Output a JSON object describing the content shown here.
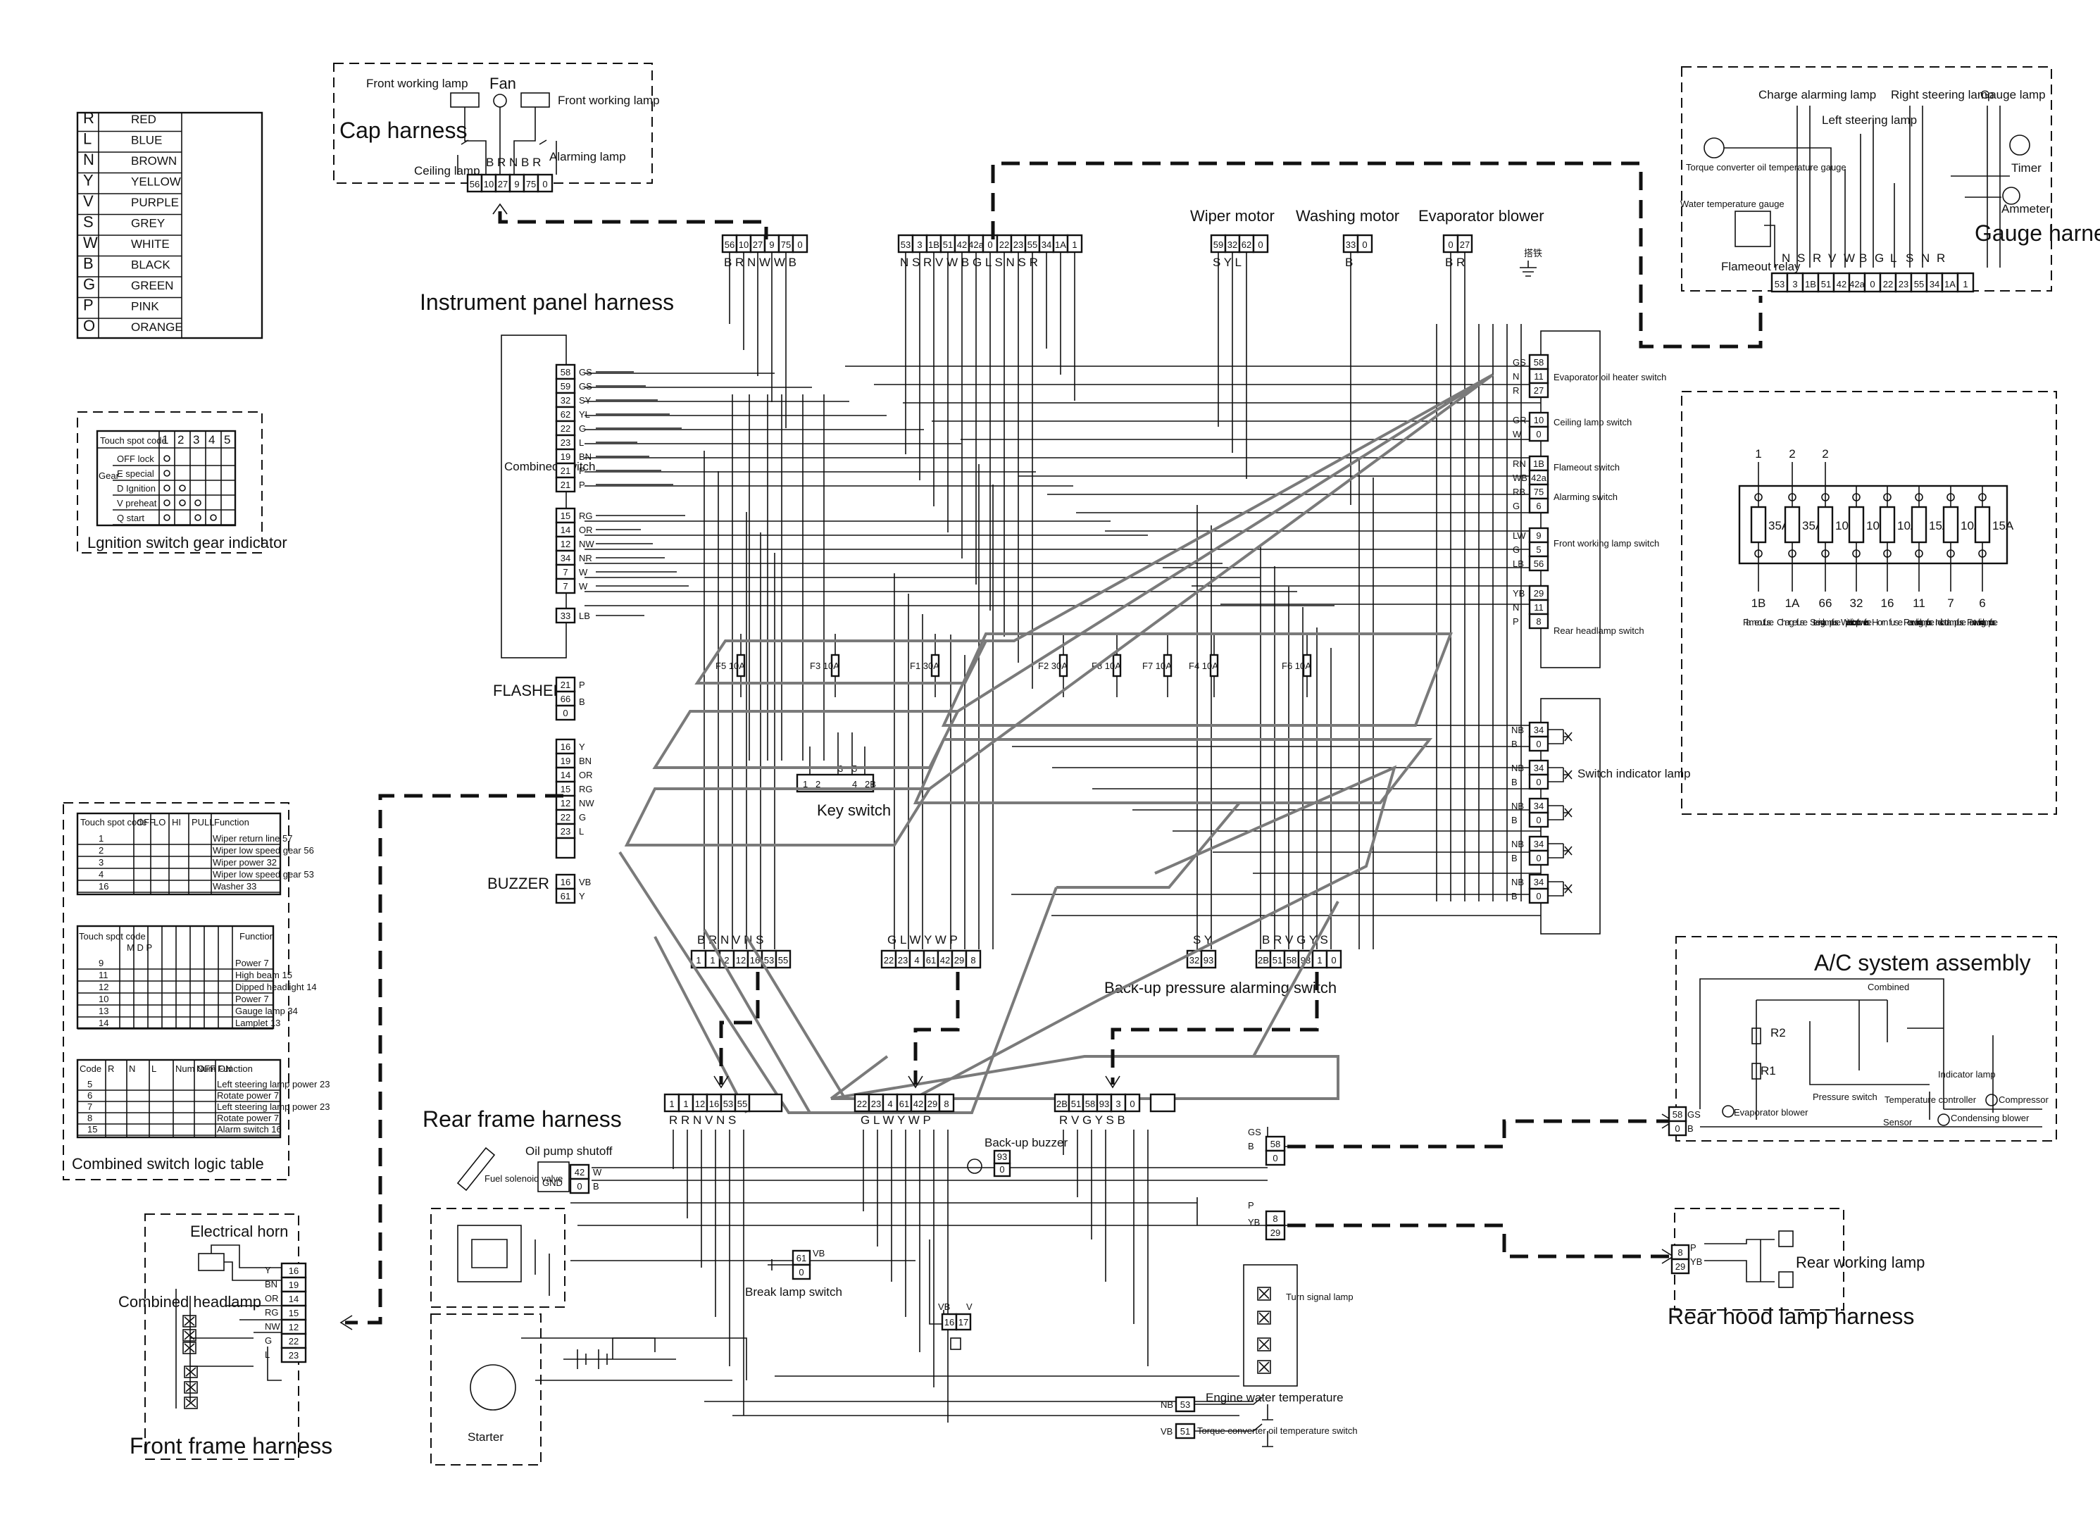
{
  "colors": {
    "wire": "#111111",
    "overlay": "#7a7a7a",
    "background": "#ffffff"
  },
  "color_legend": [
    {
      "code": "R",
      "name": "RED"
    },
    {
      "code": "L",
      "name": "BLUE"
    },
    {
      "code": "N",
      "name": "BROWN"
    },
    {
      "code": "Y",
      "name": "YELLOW"
    },
    {
      "code": "V",
      "name": "PURPLE"
    },
    {
      "code": "S",
      "name": "GREY"
    },
    {
      "code": "W",
      "name": "WHITE"
    },
    {
      "code": "B",
      "name": "BLACK"
    },
    {
      "code": "G",
      "name": "GREEN"
    },
    {
      "code": "P",
      "name": "PINK"
    },
    {
      "code": "O",
      "name": "ORANGE"
    }
  ],
  "ignition": {
    "title": "Lgnition switch gear indicator",
    "header": [
      "Touch spot code",
      "1",
      "2",
      "3",
      "4",
      "5"
    ],
    "gear_label": "Gear",
    "rows": [
      "OFF lock",
      "E  special",
      "D  Ignition",
      "V  preheat",
      "Q  start"
    ]
  },
  "logic": {
    "title": "Combined switch logic table",
    "t1_header": [
      "Touch spot code",
      "OFF",
      "LO",
      "HI",
      "PULL",
      "Function"
    ],
    "t1_rows": [
      [
        "1",
        "Wiper return line 57"
      ],
      [
        "2",
        "Wiper low speed gear 56"
      ],
      [
        "3",
        "Wiper power 32"
      ],
      [
        "4",
        "Wiper low speed gear 53"
      ],
      [
        "16",
        "Washer 33"
      ]
    ],
    "t2_header": [
      "Touch spot code",
      "Function"
    ],
    "t2_sub": "M D P",
    "t2_rows": [
      [
        "9",
        "Power 7"
      ],
      [
        "11",
        "High beam 15"
      ],
      [
        "12",
        "Dipped headlight 14"
      ],
      [
        "10",
        "Power 7"
      ],
      [
        "13",
        "Gauge lamp 34"
      ],
      [
        "14",
        "Lamplet 13"
      ]
    ],
    "t3_header": [
      "Code",
      "R",
      "N",
      "L",
      "Num OFF",
      "Num ON",
      "Function"
    ],
    "t3_rows": [
      [
        "5",
        "Left steering lamp power 23"
      ],
      [
        "6",
        "Rotate power 7"
      ],
      [
        "7",
        "Left steering lamp power 23"
      ],
      [
        "8",
        "Rotate power 7"
      ],
      [
        "15",
        "Alarm switch 16"
      ]
    ]
  },
  "cap": {
    "title": "Cap harness",
    "front_lamp_left": "Front working lamp",
    "front_lamp_right": "Front working lamp",
    "fan": "Fan",
    "ceiling": "Ceiling lamp",
    "alarming": "Alarming lamp",
    "wire_letters": "B R  N  B R",
    "pins": [
      "56",
      "10",
      "27",
      "9",
      "75",
      "0"
    ]
  },
  "gauge": {
    "title": "Gauge harness",
    "charge": "Charge alarming lamp",
    "right_steer": "Right steering lamp",
    "gauge_lamp": "Gauge lamp",
    "left_steer": "Left steering lamp",
    "torque": "Torque converter oil temperature gauge",
    "water": "Water temperature gauge",
    "timer": "Timer",
    "ammeter": "Ammeter",
    "flameout": "Flameout relay",
    "wire_letters": [
      "N",
      "S",
      "R",
      "V",
      "W",
      "B",
      "G",
      "L",
      "S",
      "N",
      "R"
    ],
    "pins": [
      "53",
      "3",
      "1B",
      "51",
      "42",
      "42a",
      "0",
      "22",
      "23",
      "55",
      "34",
      "1A",
      "1"
    ]
  },
  "fuse": {
    "top_numbers": [
      "1",
      "2",
      "2"
    ],
    "ratings": [
      "35A",
      "35A",
      "10A",
      "10A",
      "10A",
      "15A",
      "10A",
      "15A"
    ],
    "wire_numbers": [
      "1B",
      "1A",
      "66",
      "32",
      "16",
      "11",
      "7",
      "6"
    ],
    "names": [
      "Flameout fuse",
      "Charge fuse",
      "Steering lamp fuse",
      "Wiper electric control power fuse",
      "Horn fuse",
      "Rear working lamp fuse",
      "Indicator lamp fuse",
      "Front working lamp fuse"
    ]
  },
  "instrument": {
    "title": "Instrument panel harness",
    "wiper": "Wiper motor",
    "washing": "Washing motor",
    "evap": "Evaporator blower",
    "ground": "搭铁",
    "conn_a": [
      "56",
      "10",
      "27",
      "9",
      "75",
      "0"
    ],
    "conn_b": [
      "53",
      "3",
      "1B",
      "51",
      "42",
      "42a",
      "0",
      "22",
      "23",
      "55",
      "34",
      "1A",
      "1"
    ],
    "conn_c": [
      "59",
      "32",
      "62",
      "0"
    ],
    "conn_d": [
      "33",
      "0"
    ],
    "conn_e": [
      "0",
      "27"
    ],
    "letters_a": "B R  N  W W B",
    "letters_b": "N  S  R  V W  B  G L  S  N  S  R",
    "letters_c": "S Y  L",
    "letters_d": "B",
    "letters_e": "B R"
  },
  "combined": {
    "label": "Combined switch",
    "wires": [
      "GS",
      "GS",
      "SY",
      "YL",
      "G",
      "L",
      "BN",
      "P",
      "P",
      "RG",
      "OR",
      "NW",
      "NR",
      "W",
      "W",
      "LB"
    ],
    "pins": [
      "58",
      "59",
      "32",
      "62",
      "22",
      "23",
      "19",
      "21",
      "21",
      "15",
      "14",
      "12",
      "34",
      "7",
      "7",
      "33"
    ]
  },
  "flasher": {
    "label": "FLASHER",
    "wires": [
      "P",
      "B"
    ],
    "pins": [
      "21",
      "66",
      "0"
    ]
  },
  "front_conn": {
    "wires": [
      "Y",
      "BN",
      "OR",
      "RG",
      "NW",
      "G",
      "L"
    ],
    "pins": [
      "16",
      "19",
      "14",
      "15",
      "12",
      "22",
      "23"
    ]
  },
  "buzzer": {
    "label": "BUZZER",
    "wires": [
      "VB",
      "Y"
    ],
    "pins": [
      "16",
      "61"
    ]
  },
  "right_switches": {
    "wires": [
      "GS",
      "N",
      "R",
      "GR",
      "W",
      "RN",
      "WB",
      "RB",
      "G",
      "LW",
      "G",
      "LB",
      "YB",
      "N",
      "P"
    ],
    "pins": [
      "58",
      "11",
      "27",
      "10",
      "0",
      "1B",
      "42a",
      "75",
      "6",
      "9",
      "5",
      "56",
      "29",
      "11",
      "8"
    ],
    "labels": [
      "Evaporator oil heater switch",
      "Ceiling lamp switch",
      "Flameout switch",
      "Alarming switch",
      "Front working lamp switch",
      "Rear headlamp switch"
    ]
  },
  "indicator": {
    "label": "Switch indicator lamp",
    "wires": [
      "NB",
      "B"
    ],
    "pins": [
      "34",
      "0"
    ]
  },
  "fuses_mid": [
    "F5 10A",
    "F3 10A",
    "F1 30A",
    "F2 30A",
    "F8 10A",
    "F7 10A",
    "F4 10A",
    "F6 10A"
  ],
  "key": {
    "label": "Key switch",
    "pins": [
      "1",
      "2",
      "3",
      "4",
      "5",
      "2B"
    ]
  },
  "bp": {
    "label": "Back-up pressure alarming switch"
  },
  "mid_conns": [
    {
      "letters": "B R N  V N S",
      "pins": [
        "1",
        "1",
        "2",
        "12",
        "16",
        "53",
        "55"
      ]
    },
    {
      "letters": "G L W  Y W P",
      "pins": [
        "22",
        "23",
        "4",
        "61",
        "42",
        "29",
        "8"
      ]
    },
    {
      "letters": "S Y",
      "pins": [
        "32",
        "93"
      ]
    },
    {
      "letters": "B R V G Y S",
      "pins": [
        "2B",
        "51",
        "58",
        "93",
        "1",
        "0"
      ]
    }
  ],
  "rear": {
    "title": "Rear frame harness",
    "letters_1": "R R N  V N S",
    "pins_1": [
      "1",
      "1",
      "12",
      "16",
      "53",
      "55"
    ],
    "letters_2": "G L W  Y W P",
    "pins_2": [
      "22",
      "23",
      "4",
      "61",
      "42",
      "29",
      "8"
    ],
    "letters_3": "R V G Y S B",
    "pins_3": [
      "2B",
      "51",
      "58",
      "93",
      "3",
      "0"
    ],
    "oil": "Oil pump shutoff",
    "fuel": "Fuel solenoid valve",
    "gnd": "GND",
    "oil_wires": [
      "W",
      "B"
    ],
    "oil_pins": [
      "42",
      "0"
    ],
    "buzzer": "Back-up buzzer",
    "buzzer_pins": [
      "93",
      "0"
    ],
    "brake": "Break lamp switch",
    "brake_pins": [
      "61",
      "0"
    ],
    "brake_wire": "VB",
    "pins_side": [
      "58",
      "0",
      "8",
      "29"
    ],
    "side_wires": [
      "GS",
      "B",
      "P",
      "YB"
    ],
    "turn": "Turn signal lamp",
    "horn_pins": [
      "16",
      "17"
    ],
    "horn_wires": [
      "VB",
      "V"
    ],
    "engine": "Engine water temperature",
    "torque": "Torque converter oil temperature switch",
    "sensor_pins": [
      "53",
      "51"
    ],
    "sensor_wires": [
      "NB",
      "VB"
    ],
    "starter": "Starter"
  },
  "ac": {
    "title": "A/C system assembly",
    "combined": "Combined",
    "r1": "R1",
    "r2": "R2",
    "evap": "Evaporator blower",
    "pressure": "Pressure switch",
    "temp": "Temperature controller",
    "sensor": "Sensor",
    "indicator": "Indicator lamp",
    "compressor": "Compressor",
    "condensing": "Condensing blower",
    "pins": [
      "58",
      "0"
    ],
    "wires": [
      "GS",
      "B"
    ]
  },
  "hood": {
    "title": "Rear hood lamp harness",
    "lamp": "Rear working lamp",
    "pins": [
      "8",
      "29"
    ],
    "wires": [
      "P",
      "YB"
    ]
  },
  "front": {
    "title": "Front frame harness",
    "horn": "Electrical horn",
    "headlamp": "Combined headlamp",
    "wires": [
      "Y",
      "BN",
      "OR",
      "RG",
      "NW",
      "G",
      "L"
    ],
    "pins": [
      "16",
      "19",
      "14",
      "15",
      "12",
      "22",
      "23"
    ]
  }
}
